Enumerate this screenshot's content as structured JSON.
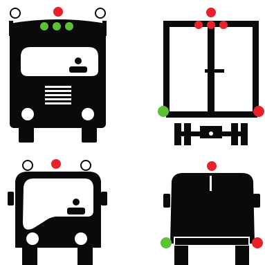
{
  "colors": {
    "body": "#0a0a0a",
    "background": "#ffffff",
    "red": "#e8212a",
    "green": "#5bc236",
    "white": "#ffffff"
  },
  "panels": [
    {
      "id": "truck-front",
      "subject": "truck-front-icon",
      "lights": [
        "white",
        "red",
        "white",
        "green",
        "green",
        "green"
      ]
    },
    {
      "id": "truck-rear",
      "subject": "truck-rear-icon",
      "lights": [
        "red",
        "red",
        "red",
        "red",
        "green",
        "red"
      ]
    },
    {
      "id": "van-front",
      "subject": "van-front-icon",
      "lights": [
        "white",
        "red",
        "white"
      ]
    },
    {
      "id": "van-rear",
      "subject": "van-rear-icon",
      "lights": [
        "red",
        "green",
        "red"
      ]
    }
  ]
}
